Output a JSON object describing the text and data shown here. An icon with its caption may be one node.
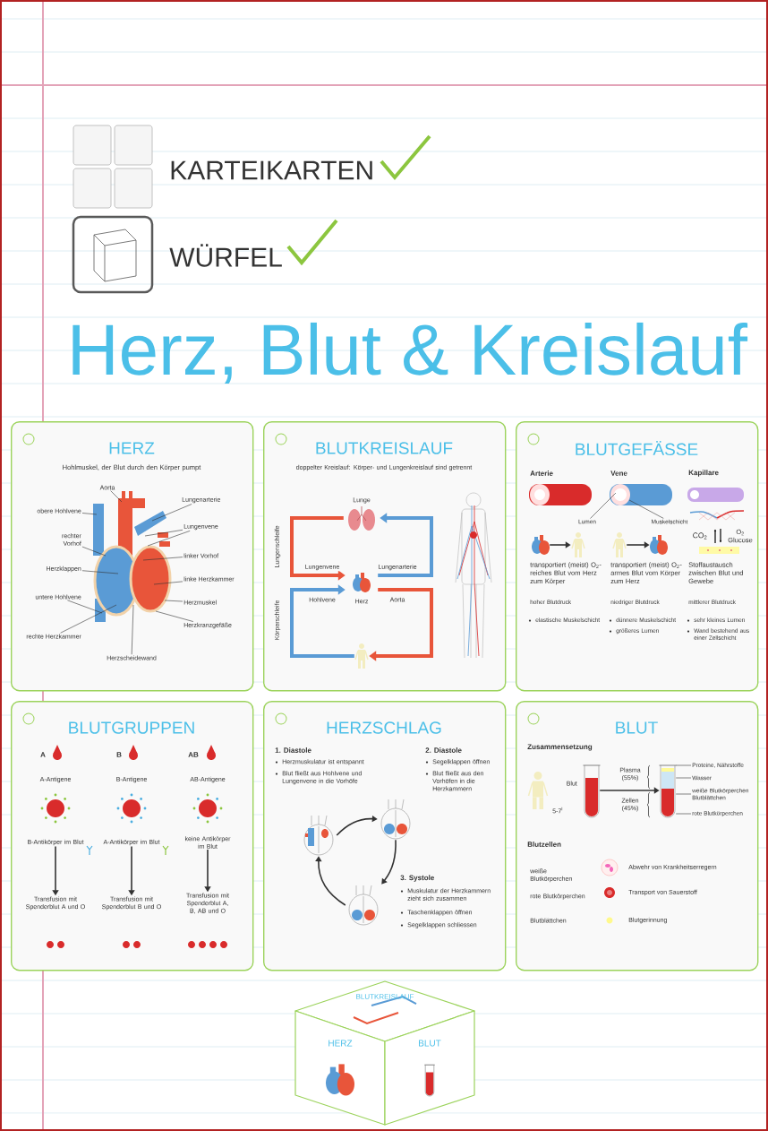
{
  "diagram": {
    "title": "Herz, Blut & Kreislauf",
    "nodes": [
      {
        "text": [
          "HERZ",
          "Hohlmuskel, der Blut durch den Körper pumpt"
        ]
      },
      {
        "text": [
          "Aorta"
        ],
        "in": 0
      },
      {
        "text": [
          "obere Hohlvene"
        ],
        "in": 0
      },
      {
        "text": [
          "rechter Vorhof"
        ],
        "in": 0
      },
      {
        "text": [
          "Herzklappen"
        ],
        "in": 0
      },
      {
        "text": [
          "untere Hohlvene"
        ],
        "in": 0
      },
      {
        "text": [
          "rechte Herzkammer"
        ],
        "in": 0
      },
      {
        "text": [
          "Herzscheidewand"
        ],
        "in": 0
      },
      {
        "text": [
          "Lungenarterie"
        ],
        "in": 0
      },
      {
        "text": [
          "Lungenvene"
        ],
        "in": 0
      },
      {
        "text": [
          "linker Vorhof"
        ],
        "in": 0
      },
      {
        "text": [
          "linke Herzkammer"
        ],
        "in": 0
      },
      {
        "text": [
          "Herzmuskel"
        ],
        "in": 0
      },
      {
        "text": [
          "Herzkranzgefäße"
        ],
        "in": 0
      },
      {
        "text": [
          "BLUTKREISLAUF",
          "doppelter Kreislauf: Körper- und Lungenkreislauf sind getrennt",
          "Lungenschleife",
          "Körperschleife"
        ]
      },
      {
        "text": [
          "Lunge"
        ],
        "in": 14
      },
      {
        "text": [
          "Herz"
        ],
        "in": 14
      },
      {
        "text": [],
        "shape": "person",
        "in": 14
      },
      {
        "text": [
          "BLUTGEFÄSSE",
          "Arterie",
          "Vene",
          "Kapillare",
          "CO$_{2}$",
          "O$_{2}$ Glucose",
          "transportiert (meist) O$_{2}$-reiches Blut vom Herz zum Körper",
          "transportiert (meist) O$_{2}$-armes Blut vom Körper zum Herz",
          "Stoffaustausch zwischen Blut und Gewebe",
          "hoher Blutdruck",
          "niedriger Blutdruck",
          "mittlerer Blutdruck",
          "elastische Muskelschicht",
          "dünnere Muskelschicht",
          "größeres Lumen",
          "sehr kleines Lumen",
          "Wand bestehend aus einer Zellschicht"
        ]
      },
      {
        "text": [
          "Lumen"
        ],
        "in": 18
      },
      {
        "text": [
          "Muskelschicht"
        ],
        "in": 18
      },
      {
        "text": [],
        "shape": "picture",
        "in": 18
      },
      {
        "text": [],
        "shape": "person",
        "in": 18
      },
      {
        "text": [],
        "shape": "person",
        "in": 18
      },
      {
        "text": [],
        "shape": "picture",
        "in": 18
      },
      {
        "text": [
          "BLUTGRUPPEN",
          "A",
          "B",
          "AB",
          "A-Antigene",
          "B-Antigene",
          "AB-Antigene"
        ]
      },
      {
        "text": [
          "B-Antikörper im Blut"
        ],
        "in": 25
      },
      {
        "text": [
          "Transfusion mit Spenderblut A und O"
        ],
        "in": 25
      },
      {
        "text": [
          "A-Antikörper im Blut"
        ],
        "in": 25
      },
      {
        "text": [
          "Transfusion mit Spenderblut B und O"
        ],
        "in": 25
      },
      {
        "text": [
          "keine Antikörper im Blut"
        ],
        "in": 25
      },
      {
        "text": [
          "Transfusion mit Spenderblut A, B, AB und O"
        ],
        "in": 25
      },
      {
        "text": [
          "HERZSCHLAG",
          "1. Diastole",
          "Herzmuskulatur ist entspannt",
          "Blut fließt aus Hohlvene und Lungenvene in die Vorhöfe",
          "2. Diastole",
          "Segelklappen öffnen",
          "Blut fließt aus den Vorhöfen in die Herzkammern",
          "3. Systole",
          "Muskulatur der Herzkammern zieht sich zusammen",
          "Taschenklappen öffnen",
          "Segelklappen schliessen"
        ]
      },
      {
        "text": [],
        "shape": "picture",
        "in": 32
      },
      {
        "text": [],
        "shape": "picture",
        "in": 32
      },
      {
        "text": [],
        "shape": "picture",
        "in": 32
      },
      {
        "text": [
          "BLUT",
          "Zusammensetzung",
          "Plasma (55%)",
          "Zellen (45%)",
          "Blutzellen",
          "weiße Blutkörperchen",
          "Abwehr von Krankheitserregern",
          "rote Blutkörperchen",
          "Transport von Sauerstoff",
          "Blutblättchen",
          "Blutgerinnung",
          "5-7$^{l}$"
        ]
      },
      {
        "text": [],
        "shape": "cylinder",
        "beside": [
          "Blut"
        ],
        "in": 36
      },
      {
        "text": [],
        "shape": "cylinder",
        "in": 36
      },
      {
        "text": [
          "Proteine, Nährstoffe"
        ],
        "in": 36
      },
      {
        "text": [
          "Wasser"
        ],
        "in": 36
      },
      {
        "text": [
          "weiße Blutkörperchen Blutblättchen"
        ],
        "in": 36
      },
      {
        "text": [
          "rote Blutkörperchen"
        ],
        "in": 36
      },
      {
        "text": [],
        "shape": "picture",
        "in": 18
      }
    ],
    "edges": [
      {
        "from": 1,
        "to": null,
        "arrow": "none"
      },
      {
        "from": 2,
        "to": null,
        "arrow": "none"
      },
      {
        "from": 3,
        "to": null,
        "arrow": "none"
      },
      {
        "from": 4,
        "to": null,
        "arrow": "none"
      },
      {
        "from": 5,
        "to": null,
        "arrow": "none"
      },
      {
        "from": 6,
        "to": null,
        "arrow": "none"
      },
      {
        "from": 7,
        "to": null,
        "arrow": "none"
      },
      {
        "from": 8,
        "to": null,
        "arrow": "none"
      },
      {
        "from": 9,
        "to": null,
        "arrow": "none"
      },
      {
        "from": 9,
        "to": null,
        "arrow": "none"
      },
      {
        "from": 10,
        "to": null,
        "arrow": "none"
      },
      {
        "from": 11,
        "to": null,
        "arrow": "none"
      },
      {
        "from": 12,
        "to": null,
        "arrow": "none"
      },
      {
        "from": 13,
        "to": null,
        "arrow": "none"
      },
      {
        "from": 16,
        "to": 15,
        "arrow": "to",
        "label": "Lungenarterie",
        "style": "thick",
        "color": "#5a9bd5"
      },
      {
        "from": 15,
        "to": 16,
        "arrow": "to",
        "label": "Lungenvene",
        "style": "thick",
        "color": "#e8553a"
      },
      {
        "from": 16,
        "to": 17,
        "arrow": "to",
        "label": "Aorta",
        "style": "thick",
        "color": "#e8553a"
      },
      {
        "from": 17,
        "to": 16,
        "arrow": "to",
        "label": "Hohlvene",
        "style": "thick",
        "color": "#5a9bd5"
      },
      {
        "from": 19,
        "to": 43,
        "arrow": "none"
      },
      {
        "from": 20,
        "to": 43,
        "arrow": "none"
      },
      {
        "from": 21,
        "to": 22,
        "arrow": "to"
      },
      {
        "from": 23,
        "to": 24,
        "arrow": "to"
      },
      {
        "from": 26,
        "to": 27,
        "arrow": "to"
      },
      {
        "from": 28,
        "to": 29,
        "arrow": "to"
      },
      {
        "from": 30,
        "to": 31,
        "arrow": "to"
      },
      {
        "from": 33,
        "to": 34,
        "arrow": "to"
      },
      {
        "from": 34,
        "to": 35,
        "arrow": "to"
      },
      {
        "from": 35,
        "to": 33,
        "arrow": "to"
      },
      {
        "from": 37,
        "to": 38,
        "arrow": "to"
      },
      {
        "from": 39,
        "to": 38,
        "arrow": "none"
      },
      {
        "from": 40,
        "to": 38,
        "arrow": "none"
      },
      {
        "from": 41,
        "to": 38,
        "arrow": "none"
      },
      {
        "from": 42,
        "to": 38,
        "arrow": "none"
      }
    ],
    "labels": [
      "KARTEIKARTEN",
      "WÜRFEL",
      "BLUTKREISLAUF",
      "HERZ",
      "BLUT"
    ]
  }
}
